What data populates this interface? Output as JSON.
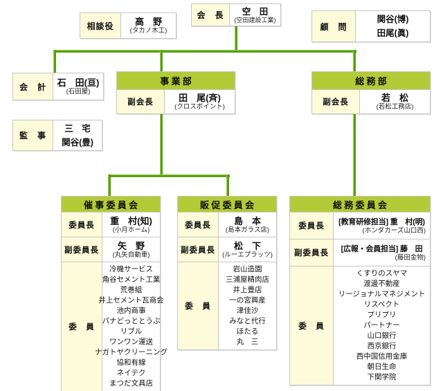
{
  "colors": {
    "header_green": "#b3cb37",
    "label_yellow": "#fdfbd9",
    "line_green": "#55a00e",
    "border_gray": "#c6c6c6"
  },
  "boxes": {
    "advisor": {
      "label": "相談役",
      "name": "高　野",
      "company": "(タカノ木工)"
    },
    "chairman": {
      "label": "会　長",
      "name": "空　田",
      "company": "(空田建設工業)"
    },
    "counselor": {
      "label": "顧　問",
      "names": [
        "関谷(博)",
        "田尾(眞)"
      ]
    },
    "accounting": {
      "label": "会　計",
      "name": "石　田(亘)",
      "company": "(石田屋)"
    },
    "auditor": {
      "label": "監　事",
      "names": [
        "三　宅",
        "関谷(豊)"
      ]
    },
    "business_dept": {
      "title": "事業部",
      "role": "副会長",
      "name": "田　尾(斉)",
      "company": "(クロスポイント)"
    },
    "general_dept": {
      "title": "総務部",
      "role": "副会長",
      "name": "若　松",
      "company": "(若松工務店)"
    }
  },
  "committees": [
    {
      "title": "催事委員会",
      "chair_label": "委員長",
      "chair_name": "重　村(知)",
      "chair_company": "(小月ホーム)",
      "vice_label": "副委員長",
      "vice_name": "矢　野",
      "vice_company": "(丸矢自動車)",
      "member_label": "委　員",
      "members": [
        "冷機サービス",
        "角谷セメント工業",
        "荒巻組",
        "井上セメント瓦商会",
        "池内商事",
        "パナどっととうぶ",
        "リブル",
        "ワンワン運送",
        "ナガトヤクリーニング",
        "協和有線",
        "ネイテク",
        "まつだ文具店"
      ]
    },
    {
      "title": "販促委員会",
      "chair_label": "委員長",
      "chair_name": "島　本",
      "chair_company": "(島本ガラス店)",
      "vice_label": "副委員長",
      "vice_name": "松　下",
      "vice_company": "(ルーエプラッツ)",
      "member_label": "委　員",
      "members": [
        "岩山造園",
        "三浦屋精肉店",
        "井上畳店",
        "一の宮興産",
        "津佳沙",
        "みなと代行",
        "ほたる",
        "丸　三"
      ]
    },
    {
      "title": "総務委員会",
      "chair_label": "委員長",
      "chair_name": "[教育研修担当] 重　村(明)",
      "chair_company": "(ホンダカーズ山口西)",
      "vice_label": "副委員長",
      "vice_name": "[広報・会員担当] 藤　田",
      "vice_company": "(藤田金物)",
      "member_label": "委　員",
      "members": [
        "くすりのスヤマ",
        "渡邊不動産",
        "リージョナルマネジメント",
        "リスペクト",
        "プリプリ",
        "パートナー",
        "山口銀行",
        "西京銀行",
        "西中国信用金庫",
        "朝日生命",
        "下関学院"
      ]
    }
  ]
}
